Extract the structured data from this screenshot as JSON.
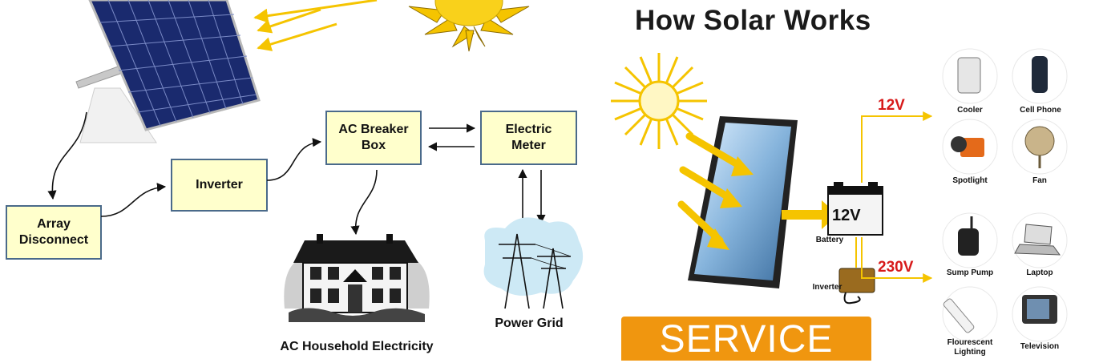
{
  "diagram_left": {
    "boxes": {
      "array_disconnect": "Array\nDisconnect",
      "inverter": "Inverter",
      "ac_breaker_box": "AC Breaker\nBox",
      "electric_meter": "Electric\nMeter"
    },
    "captions": {
      "household": "AC Household Electricity",
      "power_grid": "Power Grid"
    }
  },
  "diagram_right": {
    "title": "How Solar Works",
    "voltage_dc": "12V",
    "voltage_ac": "230V",
    "battery_label": "Battery",
    "battery_face": "12V",
    "inverter_label": "Inverter",
    "devices_12v": [
      "Cooler",
      "Cell Phone",
      "Spotlight",
      "Fan"
    ],
    "devices_230v": [
      "Sump Pump",
      "Laptop",
      "Flourescent\nLighting",
      "Television"
    ]
  },
  "banner": {
    "text": "SERVICE"
  },
  "colors": {
    "box_fill": "#ffffcc",
    "box_border": "#4a6a8a",
    "arrow_yellow": "#f5c400",
    "voltage_red": "#d71a1a",
    "banner_orange": "#f0960f"
  },
  "icons": [
    "solar-panel-icon",
    "sun-icon",
    "house-icon",
    "power-grid-icon",
    "battery-icon",
    "inverter-icon",
    "cooler-icon",
    "cell-phone-icon",
    "spotlight-icon",
    "fan-icon",
    "sump-pump-icon",
    "laptop-icon",
    "fluorescent-lighting-icon",
    "television-icon"
  ]
}
